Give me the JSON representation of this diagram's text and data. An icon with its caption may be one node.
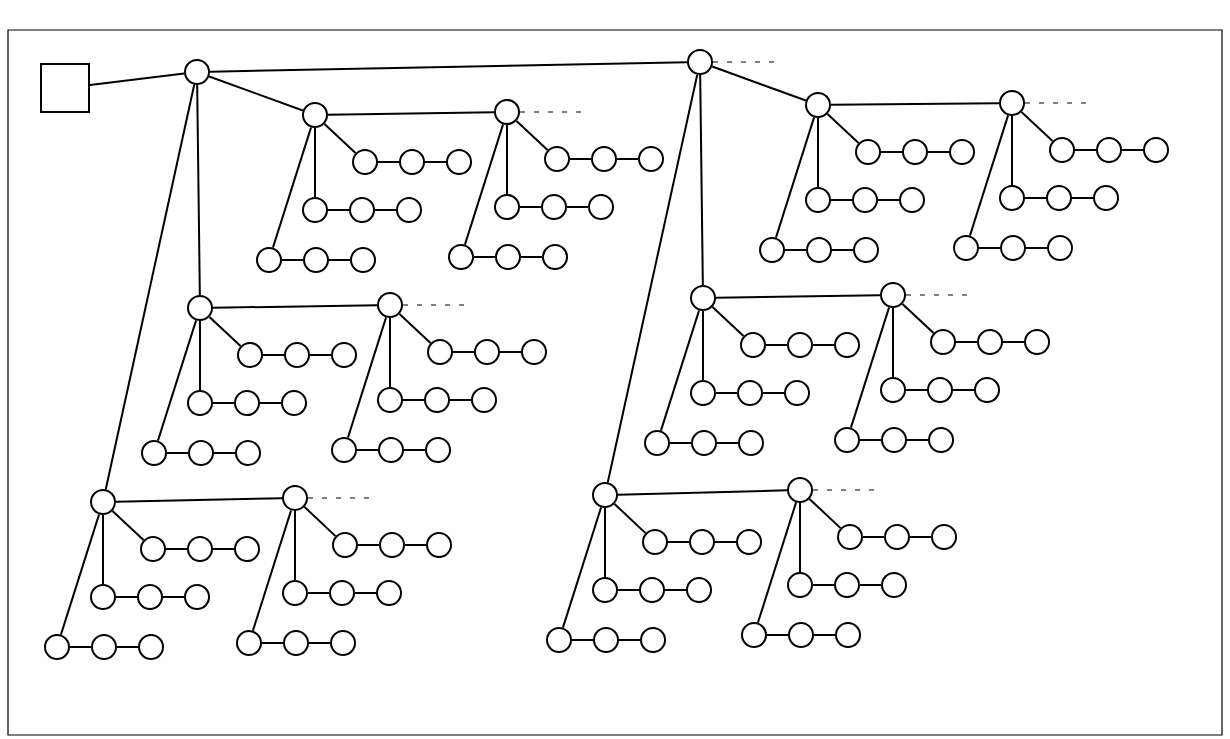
{
  "diagram": {
    "nodes": [
      {
        "text": [],
        "shape": "box"
      },
      {
        "text": [],
        "shape": "circle"
      },
      {
        "text": [],
        "shape": "circle"
      },
      {
        "text": [],
        "shape": "circle"
      },
      {
        "text": [],
        "shape": "circle"
      },
      {
        "text": [],
        "shape": "circle"
      },
      {
        "text": [],
        "shape": "circle"
      },
      {
        "text": [],
        "shape": "circle"
      },
      {
        "text": [],
        "shape": "circle"
      },
      {
        "text": [],
        "shape": "circle"
      },
      {
        "text": [],
        "shape": "circle"
      },
      {
        "text": [],
        "shape": "circle"
      },
      {
        "text": [],
        "shape": "circle"
      },
      {
        "text": [],
        "shape": "circle"
      },
      {
        "text": [],
        "shape": "circle"
      },
      {
        "text": [],
        "shape": "circle"
      },
      {
        "text": [],
        "shape": "circle"
      },
      {
        "text": [],
        "shape": "circle"
      },
      {
        "text": [],
        "shape": "circle"
      },
      {
        "text": [],
        "shape": "circle"
      },
      {
        "text": [],
        "shape": "circle"
      },
      {
        "text": [],
        "shape": "circle"
      },
      {
        "text": [],
        "shape": "circle"
      },
      {
        "text": [],
        "shape": "circle"
      },
      {
        "text": [],
        "shape": "circle"
      },
      {
        "text": [],
        "shape": "circle"
      },
      {
        "text": [],
        "shape": "circle"
      },
      {
        "text": [],
        "shape": "circle"
      },
      {
        "text": [],
        "shape": "circle"
      },
      {
        "text": [],
        "shape": "circle"
      },
      {
        "text": [],
        "shape": "circle"
      },
      {
        "text": [],
        "shape": "circle"
      },
      {
        "text": [],
        "shape": "circle"
      },
      {
        "text": [],
        "shape": "circle"
      },
      {
        "text": [],
        "shape": "circle"
      },
      {
        "text": [],
        "shape": "circle"
      },
      {
        "text": [],
        "shape": "circle"
      },
      {
        "text": [],
        "shape": "circle"
      },
      {
        "text": [],
        "shape": "circle"
      },
      {
        "text": [],
        "shape": "circle"
      },
      {
        "text": [],
        "shape": "circle"
      },
      {
        "text": [],
        "shape": "circle"
      },
      {
        "text": [],
        "shape": "circle"
      },
      {
        "text": [],
        "shape": "circle"
      },
      {
        "text": [],
        "shape": "circle"
      },
      {
        "text": [],
        "shape": "circle"
      },
      {
        "text": [],
        "shape": "circle"
      },
      {
        "text": [],
        "shape": "circle"
      },
      {
        "text": [],
        "shape": "circle"
      },
      {
        "text": [],
        "shape": "circle"
      },
      {
        "text": [],
        "shape": "circle"
      },
      {
        "text": [],
        "shape": "circle"
      },
      {
        "text": [],
        "shape": "circle"
      },
      {
        "text": [],
        "shape": "circle"
      },
      {
        "text": [],
        "shape": "circle"
      },
      {
        "text": [],
        "shape": "circle"
      },
      {
        "text": [],
        "shape": "circle"
      },
      {
        "text": [],
        "shape": "circle"
      },
      {
        "text": [],
        "shape": "circle"
      },
      {
        "text": [],
        "shape": "circle"
      },
      {
        "text": [],
        "shape": "circle"
      },
      {
        "text": [],
        "shape": "circle"
      },
      {
        "text": [],
        "shape": "circle"
      },
      {
        "text": [],
        "shape": "circle"
      },
      {
        "text": [],
        "shape": "circle"
      },
      {
        "text": [],
        "shape": "circle"
      },
      {
        "text": [],
        "shape": "circle"
      },
      {
        "text": [],
        "shape": "circle"
      },
      {
        "text": [],
        "shape": "circle"
      },
      {
        "text": [],
        "shape": "circle"
      },
      {
        "text": [],
        "shape": "circle"
      },
      {
        "text": [],
        "shape": "circle"
      },
      {
        "text": [],
        "shape": "circle"
      },
      {
        "text": [],
        "shape": "circle"
      },
      {
        "text": [],
        "shape": "circle"
      },
      {
        "text": [],
        "shape": "circle"
      },
      {
        "text": [],
        "shape": "circle"
      },
      {
        "text": [],
        "shape": "circle"
      },
      {
        "text": [],
        "shape": "circle"
      },
      {
        "text": [],
        "shape": "circle"
      },
      {
        "text": [],
        "shape": "circle"
      },
      {
        "text": [],
        "shape": "circle"
      },
      {
        "text": [],
        "shape": "circle"
      },
      {
        "text": [],
        "shape": "circle"
      },
      {
        "text": [],
        "shape": "circle"
      },
      {
        "text": [],
        "shape": "circle"
      },
      {
        "text": [],
        "shape": "circle"
      },
      {
        "text": [],
        "shape": "circle"
      },
      {
        "text": [],
        "shape": "circle"
      },
      {
        "text": [],
        "shape": "circle"
      },
      {
        "text": [],
        "shape": "circle"
      },
      {
        "text": [],
        "shape": "circle"
      },
      {
        "text": [],
        "shape": "circle"
      },
      {
        "text": [],
        "shape": "circle"
      },
      {
        "text": [],
        "shape": "circle"
      },
      {
        "text": [],
        "shape": "circle"
      },
      {
        "text": [],
        "shape": "circle"
      },
      {
        "text": [],
        "shape": "circle"
      },
      {
        "text": [],
        "shape": "circle"
      },
      {
        "text": [],
        "shape": "circle"
      },
      {
        "text": [],
        "shape": "circle"
      },
      {
        "text": [],
        "shape": "circle"
      },
      {
        "text": [],
        "shape": "circle"
      },
      {
        "text": [],
        "shape": "circle"
      },
      {
        "text": [],
        "shape": "circle"
      },
      {
        "text": [],
        "shape": "circle"
      },
      {
        "text": [],
        "shape": "circle"
      },
      {
        "text": [],
        "shape": "circle"
      },
      {
        "text": [],
        "shape": "circle"
      },
      {
        "text": [],
        "shape": "circle"
      },
      {
        "text": [],
        "shape": "circle"
      },
      {
        "text": [],
        "shape": "circle"
      },
      {
        "text": [],
        "shape": "circle"
      },
      {
        "text": [],
        "shape": "circle"
      },
      {
        "text": [],
        "shape": "circle"
      },
      {
        "text": [],
        "shape": "circle"
      },
      {
        "text": [],
        "shape": "circle"
      },
      {
        "text": [],
        "shape": "circle"
      },
      {
        "text": [],
        "shape": "circle"
      },
      {
        "text": [],
        "shape": "circle"
      },
      {
        "text": [],
        "shape": "circle"
      },
      {
        "text": [],
        "shape": "circle"
      },
      {
        "text": [],
        "shape": "circle"
      }
    ],
    "edges": [
      {
        "from": 0,
        "to": 1,
        "arrow": "none"
      },
      {
        "from": 1,
        "to": 2,
        "arrow": "none"
      },
      {
        "from": 1,
        "to": 3,
        "arrow": "none"
      },
      {
        "from": 1,
        "to": 5,
        "arrow": "none"
      },
      {
        "from": 1,
        "to": 7,
        "arrow": "none"
      },
      {
        "from": 2,
        "to": 9,
        "arrow": "none"
      },
      {
        "from": 2,
        "to": 11,
        "arrow": "none"
      },
      {
        "from": 2,
        "to": 13,
        "arrow": "none"
      },
      {
        "from": 3,
        "to": 4,
        "arrow": "none"
      },
      {
        "from": 5,
        "to": 6,
        "arrow": "none"
      },
      {
        "from": 7,
        "to": 8,
        "arrow": "none"
      },
      {
        "from": 9,
        "to": 10,
        "arrow": "none"
      },
      {
        "from": 11,
        "to": 12,
        "arrow": "none"
      },
      {
        "from": 13,
        "to": 14,
        "arrow": "none"
      },
      {
        "from": 2,
        "to": null,
        "arrow": "none",
        "style": "dashed"
      },
      {
        "from": 4,
        "to": null,
        "arrow": "none",
        "style": "dashed"
      },
      {
        "from": 6,
        "to": null,
        "arrow": "none",
        "style": "dashed"
      },
      {
        "from": 8,
        "to": null,
        "arrow": "none",
        "style": "dashed"
      },
      {
        "from": 10,
        "to": null,
        "arrow": "none",
        "style": "dashed"
      },
      {
        "from": 12,
        "to": null,
        "arrow": "none",
        "style": "dashed"
      },
      {
        "from": 14,
        "to": null,
        "arrow": "none",
        "style": "dashed"
      },
      {
        "from": 3,
        "to": 15,
        "arrow": "none"
      },
      {
        "from": 15,
        "to": 16,
        "arrow": "none"
      },
      {
        "from": 16,
        "to": 17,
        "arrow": "none"
      },
      {
        "from": 3,
        "to": 18,
        "arrow": "none"
      },
      {
        "from": 18,
        "to": 19,
        "arrow": "none"
      },
      {
        "from": 19,
        "to": 20,
        "arrow": "none"
      },
      {
        "from": 3,
        "to": 21,
        "arrow": "none"
      },
      {
        "from": 21,
        "to": 22,
        "arrow": "none"
      },
      {
        "from": 22,
        "to": 23,
        "arrow": "none"
      },
      {
        "from": 4,
        "to": 24,
        "arrow": "none"
      },
      {
        "from": 24,
        "to": 25,
        "arrow": "none"
      },
      {
        "from": 25,
        "to": 26,
        "arrow": "none"
      },
      {
        "from": 4,
        "to": 27,
        "arrow": "none"
      },
      {
        "from": 27,
        "to": 28,
        "arrow": "none"
      },
      {
        "from": 28,
        "to": 29,
        "arrow": "none"
      },
      {
        "from": 4,
        "to": 30,
        "arrow": "none"
      },
      {
        "from": 30,
        "to": 31,
        "arrow": "none"
      },
      {
        "from": 31,
        "to": 32,
        "arrow": "none"
      },
      {
        "from": 5,
        "to": 33,
        "arrow": "none"
      },
      {
        "from": 33,
        "to": 34,
        "arrow": "none"
      },
      {
        "from": 34,
        "to": 35,
        "arrow": "none"
      },
      {
        "from": 5,
        "to": 36,
        "arrow": "none"
      },
      {
        "from": 36,
        "to": 37,
        "arrow": "none"
      },
      {
        "from": 37,
        "to": 38,
        "arrow": "none"
      },
      {
        "from": 5,
        "to": 39,
        "arrow": "none"
      },
      {
        "from": 39,
        "to": 40,
        "arrow": "none"
      },
      {
        "from": 40,
        "to": 41,
        "arrow": "none"
      },
      {
        "from": 6,
        "to": 42,
        "arrow": "none"
      },
      {
        "from": 42,
        "to": 43,
        "arrow": "none"
      },
      {
        "from": 43,
        "to": 44,
        "arrow": "none"
      },
      {
        "from": 6,
        "to": 45,
        "arrow": "none"
      },
      {
        "from": 45,
        "to": 46,
        "arrow": "none"
      },
      {
        "from": 46,
        "to": 47,
        "arrow": "none"
      },
      {
        "from": 6,
        "to": 48,
        "arrow": "none"
      },
      {
        "from": 48,
        "to": 49,
        "arrow": "none"
      },
      {
        "from": 49,
        "to": 50,
        "arrow": "none"
      },
      {
        "from": 7,
        "to": 51,
        "arrow": "none"
      },
      {
        "from": 51,
        "to": 52,
        "arrow": "none"
      },
      {
        "from": 52,
        "to": 53,
        "arrow": "none"
      },
      {
        "from": 7,
        "to": 54,
        "arrow": "none"
      },
      {
        "from": 54,
        "to": 55,
        "arrow": "none"
      },
      {
        "from": 55,
        "to": 56,
        "arrow": "none"
      },
      {
        "from": 7,
        "to": 57,
        "arrow": "none"
      },
      {
        "from": 57,
        "to": 58,
        "arrow": "none"
      },
      {
        "from": 58,
        "to": 59,
        "arrow": "none"
      },
      {
        "from": 8,
        "to": 60,
        "arrow": "none"
      },
      {
        "from": 60,
        "to": 61,
        "arrow": "none"
      },
      {
        "from": 61,
        "to": 62,
        "arrow": "none"
      },
      {
        "from": 8,
        "to": 63,
        "arrow": "none"
      },
      {
        "from": 63,
        "to": 64,
        "arrow": "none"
      },
      {
        "from": 64,
        "to": 65,
        "arrow": "none"
      },
      {
        "from": 8,
        "to": 66,
        "arrow": "none"
      },
      {
        "from": 66,
        "to": 67,
        "arrow": "none"
      },
      {
        "from": 67,
        "to": 68,
        "arrow": "none"
      },
      {
        "from": 9,
        "to": 69,
        "arrow": "none"
      },
      {
        "from": 69,
        "to": 70,
        "arrow": "none"
      },
      {
        "from": 70,
        "to": 71,
        "arrow": "none"
      },
      {
        "from": 9,
        "to": 72,
        "arrow": "none"
      },
      {
        "from": 72,
        "to": 73,
        "arrow": "none"
      },
      {
        "from": 73,
        "to": 74,
        "arrow": "none"
      },
      {
        "from": 9,
        "to": 75,
        "arrow": "none"
      },
      {
        "from": 75,
        "to": 76,
        "arrow": "none"
      },
      {
        "from": 76,
        "to": 77,
        "arrow": "none"
      },
      {
        "from": 10,
        "to": 78,
        "arrow": "none"
      },
      {
        "from": 78,
        "to": 79,
        "arrow": "none"
      },
      {
        "from": 79,
        "to": 80,
        "arrow": "none"
      },
      {
        "from": 10,
        "to": 81,
        "arrow": "none"
      },
      {
        "from": 81,
        "to": 82,
        "arrow": "none"
      },
      {
        "from": 82,
        "to": 83,
        "arrow": "none"
      },
      {
        "from": 10,
        "to": 84,
        "arrow": "none"
      },
      {
        "from": 84,
        "to": 85,
        "arrow": "none"
      },
      {
        "from": 85,
        "to": 86,
        "arrow": "none"
      },
      {
        "from": 11,
        "to": 87,
        "arrow": "none"
      },
      {
        "from": 87,
        "to": 88,
        "arrow": "none"
      },
      {
        "from": 88,
        "to": 89,
        "arrow": "none"
      },
      {
        "from": 11,
        "to": 90,
        "arrow": "none"
      },
      {
        "from": 90,
        "to": 91,
        "arrow": "none"
      },
      {
        "from": 91,
        "to": 92,
        "arrow": "none"
      },
      {
        "from": 11,
        "to": 93,
        "arrow": "none"
      },
      {
        "from": 93,
        "to": 94,
        "arrow": "none"
      },
      {
        "from": 94,
        "to": 95,
        "arrow": "none"
      },
      {
        "from": 12,
        "to": 96,
        "arrow": "none"
      },
      {
        "from": 96,
        "to": 97,
        "arrow": "none"
      },
      {
        "from": 97,
        "to": 98,
        "arrow": "none"
      },
      {
        "from": 12,
        "to": 99,
        "arrow": "none"
      },
      {
        "from": 99,
        "to": 100,
        "arrow": "none"
      },
      {
        "from": 100,
        "to": 101,
        "arrow": "none"
      },
      {
        "from": 12,
        "to": 102,
        "arrow": "none"
      },
      {
        "from": 102,
        "to": 103,
        "arrow": "none"
      },
      {
        "from": 103,
        "to": 104,
        "arrow": "none"
      },
      {
        "from": 13,
        "to": 105,
        "arrow": "none"
      },
      {
        "from": 105,
        "to": 106,
        "arrow": "none"
      },
      {
        "from": 106,
        "to": 107,
        "arrow": "none"
      },
      {
        "from": 13,
        "to": 108,
        "arrow": "none"
      },
      {
        "from": 108,
        "to": 109,
        "arrow": "none"
      },
      {
        "from": 109,
        "to": 110,
        "arrow": "none"
      },
      {
        "from": 13,
        "to": 111,
        "arrow": "none"
      },
      {
        "from": 111,
        "to": 112,
        "arrow": "none"
      },
      {
        "from": 112,
        "to": 113,
        "arrow": "none"
      },
      {
        "from": 14,
        "to": 114,
        "arrow": "none"
      },
      {
        "from": 114,
        "to": 115,
        "arrow": "none"
      },
      {
        "from": 115,
        "to": 116,
        "arrow": "none"
      },
      {
        "from": 14,
        "to": 117,
        "arrow": "none"
      },
      {
        "from": 117,
        "to": 118,
        "arrow": "none"
      },
      {
        "from": 118,
        "to": 119,
        "arrow": "none"
      },
      {
        "from": 14,
        "to": 120,
        "arrow": "none"
      },
      {
        "from": 120,
        "to": 121,
        "arrow": "none"
      },
      {
        "from": 121,
        "to": 122,
        "arrow": "none"
      }
    ]
  }
}
